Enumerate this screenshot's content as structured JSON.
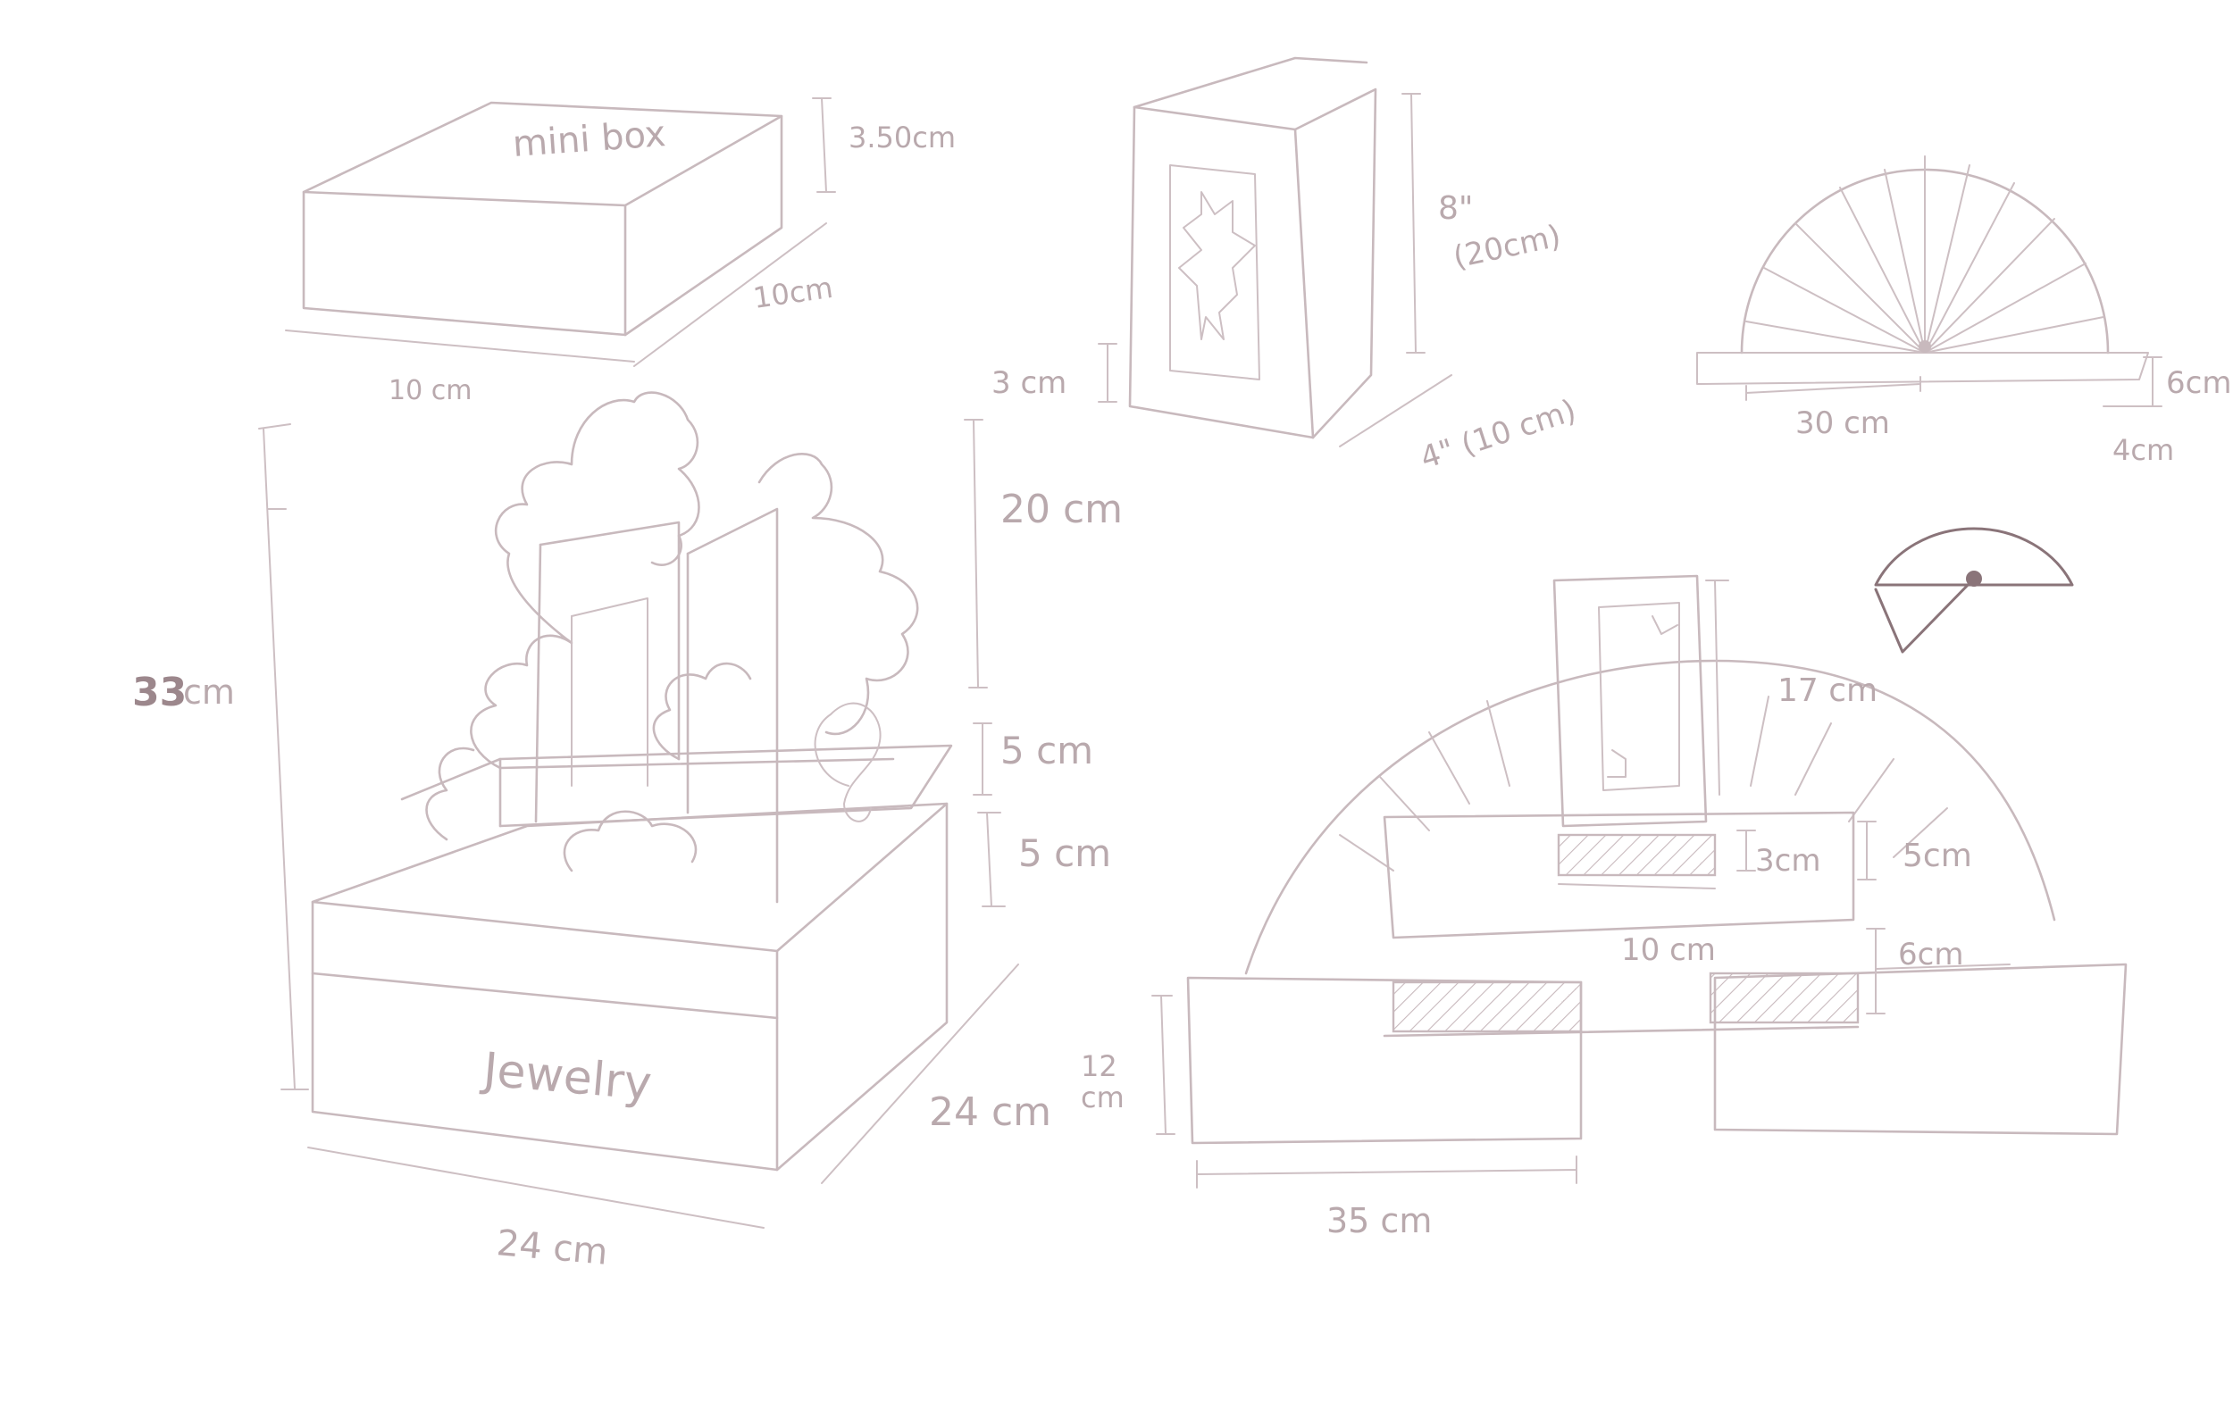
{
  "labels": {
    "mini_box_title": "mini box",
    "mini_box_height": "3.50cm",
    "mini_box_depth": "10cm",
    "mini_box_width": "10 cm",
    "frame_height_in": "8\"",
    "frame_height_cm": "(20cm)",
    "frame_base": "3 cm",
    "frame_width": "4\" (10 cm)",
    "semi_width": "30 cm",
    "semi_height": "6cm",
    "semi_foot": "4cm",
    "main_total_height": "33",
    "main_total_height_unit": "cm",
    "main_upper_height": "20 cm",
    "main_tier1_height": "5 cm",
    "main_tier2_height": "5 cm",
    "main_box_label": "Jewelry",
    "main_depth": "24 cm",
    "main_width": "24 cm",
    "front_frame_height": "17 cm",
    "front_inner_depth": "3cm",
    "front_tier_height": "5cm",
    "front_tier_width": "10 cm",
    "front_step": "6cm",
    "front_base_height_a": "12",
    "front_base_height_b": "cm",
    "front_base_width": "35 cm"
  },
  "colors": {
    "pencil": "#c8b9bd",
    "pencil_dark": "#8a7479",
    "paper": "#ffffff"
  }
}
